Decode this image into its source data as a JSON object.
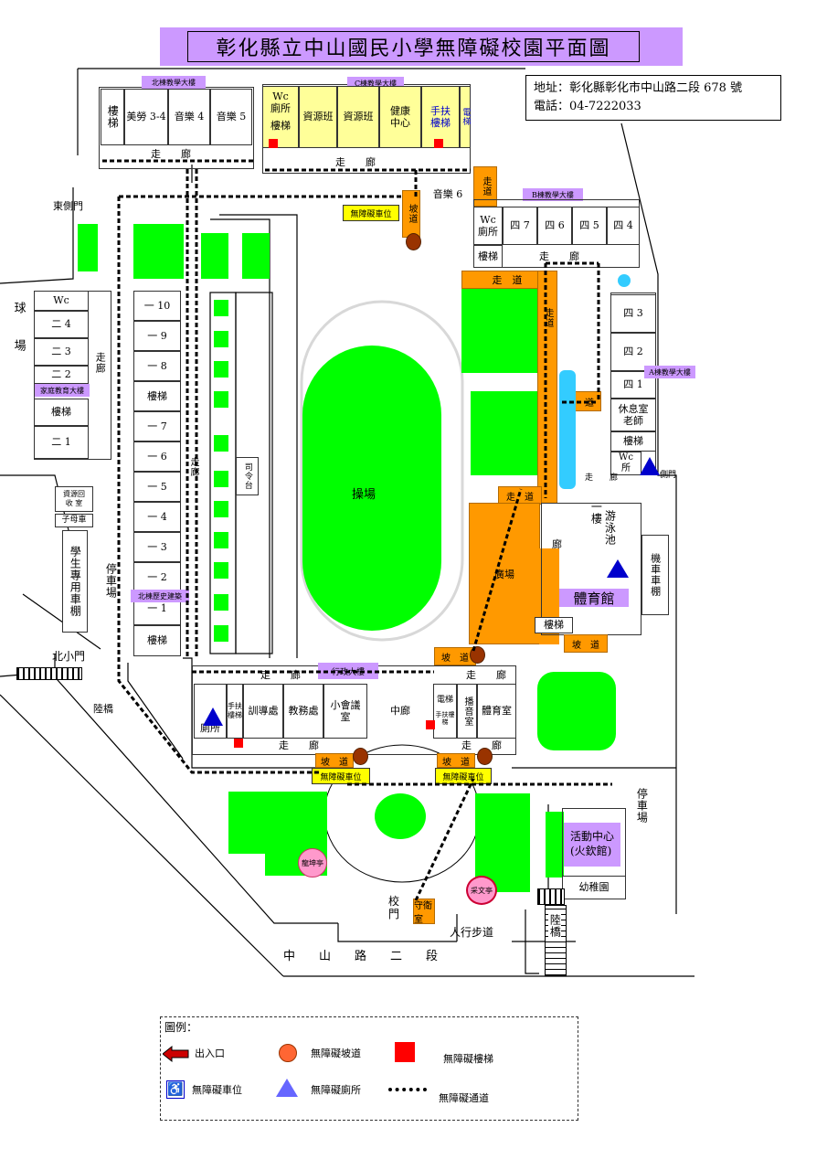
{
  "title": "彰化縣立中山國民小學無障礙校園平面圖",
  "info": {
    "address": "地址：彰化縣彰化市中山路二段 678 號",
    "phone": "電話：04-7222033"
  },
  "colors": {
    "green": "#00ff00",
    "orange": "#ff9900",
    "yellow": "#ffff99",
    "purple": "#cc99ff",
    "red": "#ff0000",
    "blue": "#0000cc",
    "pink": "#ff99cc",
    "brown": "#993300"
  },
  "buildings": {
    "north_teaching": "北棟教學大樓",
    "c_teaching": "C棟教學大樓",
    "b_teaching": "B棟教學大樓",
    "a_teaching": "A棟教學大樓",
    "home_ed": "家庭教育大樓",
    "north_history": "北棟歷史建築",
    "admin": "行政大樓",
    "gym": "體育館",
    "activity": "活動中心\n(火欽館)"
  },
  "rooms": {
    "stairs": "樓梯",
    "art": "美勞 3-4",
    "music4": "音樂 4",
    "music5": "音樂 5",
    "music6": "音樂 6",
    "wc_toilet": "Wc\n廁所",
    "resource": "資源班",
    "health": "健康\n中心",
    "handrail_stairs": "手扶\n樓梯",
    "elevator": "電梯",
    "class4_7": "四 7",
    "class4_6": "四 6",
    "class4_5": "四 5",
    "class4_4": "四 4",
    "class4_3": "四 3",
    "class4_2": "四 2",
    "class4_1": "四 1",
    "rest_room": "休息室\n老師",
    "wc_short": "Wc",
    "wc_stall": "Wc\n所",
    "class2_4": "二 4",
    "class2_3": "二 3",
    "class2_2": "二 2",
    "class2_1": "二 1",
    "class1_10": "一 10",
    "class1_9": "一 9",
    "class1_8": "一 8",
    "class1_7": "一 7",
    "class1_6": "一 6",
    "class1_5": "一 5",
    "class1_4": "一 4",
    "class1_3": "一 3",
    "class1_2": "一 2",
    "class1_1": "一 1",
    "recycle": "資源回\n收 室",
    "mother_car": "子母車",
    "student_shed": "學生專用車棚",
    "podium": "司令台",
    "training": "訓導處",
    "academic": "教務處",
    "meeting": "小會議\n室",
    "mid_corridor": "中廊",
    "broadcast": "播音室",
    "pe_room": "體育室",
    "toilet": "廁所",
    "guard": "守衛室",
    "kindergarten": "幼稚園",
    "moto_shed": "機車車棚",
    "pool": "游泳池",
    "plaza": "廣場",
    "one_floor": "一樓",
    "elev_short": "電梯",
    "handrail_short": "手扶樓梯"
  },
  "labels": {
    "corridor": "走　　廊",
    "walkway": "走　道",
    "ramp": "坡　道",
    "ramp_short": "坡道",
    "corridor_v": "走廊",
    "walkway_v": "走道",
    "east_gate": "東側門",
    "north_gate": "北小門",
    "ball_field": "球場",
    "parking": "停車場",
    "track": "操場",
    "footbridge": "陸橋",
    "footbridge_v": "陸橋",
    "school_gate": "校門",
    "sidewalk": "人行步道",
    "road": "中　　山　　路　　二　　段",
    "accessible_parking": "無障礙車位",
    "pavilion1": "龍坤亭",
    "pavilion2": "采文亭",
    "corridor_b": "廊",
    "side_door": "側門"
  },
  "legend": {
    "title": "圖例：",
    "items": [
      {
        "label": "出入口",
        "icon": "entrance-arrow-icon"
      },
      {
        "label": "無障礙坡道",
        "icon": "ramp-dot-icon"
      },
      {
        "label": "無障礙樓梯",
        "icon": "red-square-icon"
      },
      {
        "label": "無障礙車位",
        "icon": "wheelchair-icon"
      },
      {
        "label": "無障礙廁所",
        "icon": "blue-triangle-icon"
      },
      {
        "label": "無障礙通道",
        "icon": "dotted-line-icon"
      }
    ]
  }
}
